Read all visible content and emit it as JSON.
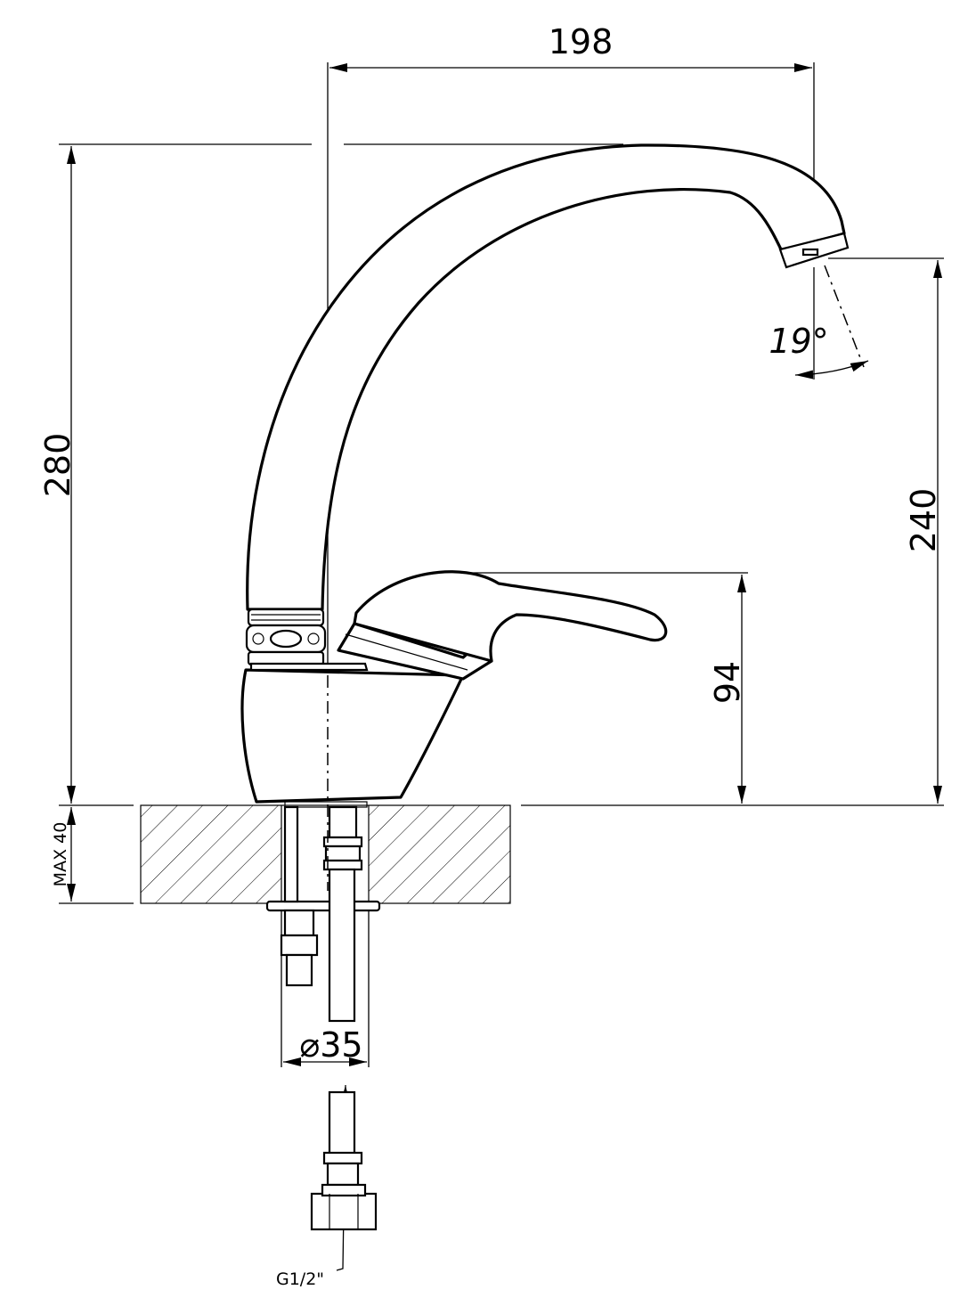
{
  "dimensions": {
    "spout_reach": "198",
    "total_height": "280",
    "spout_outlet_height": "240",
    "lever_height": "94",
    "max_deck_thickness": "MAX 40",
    "mount_diameter": "⌀35",
    "aerator_angle": "19°",
    "connection_thread": "G1/2\""
  }
}
